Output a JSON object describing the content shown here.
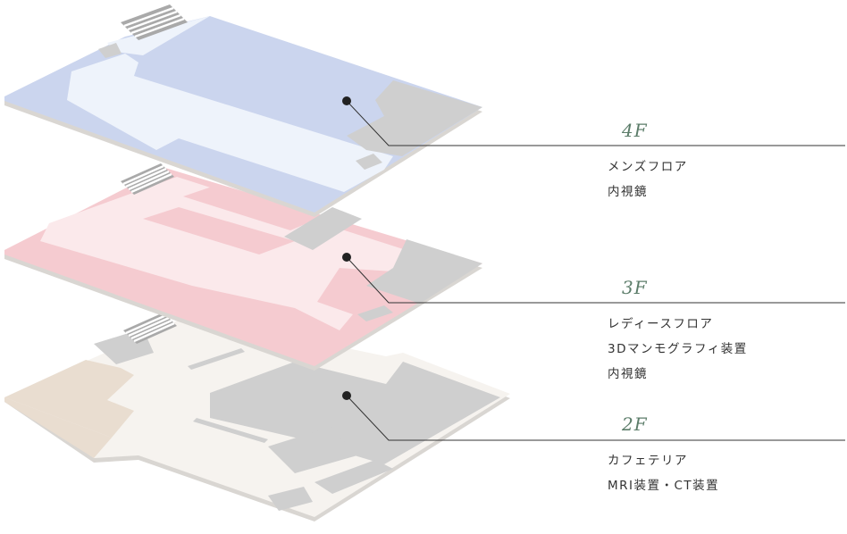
{
  "floors": [
    {
      "id": "4f",
      "name": "4F",
      "items": [
        "メンズフロア",
        "内視鏡"
      ],
      "color": "#cbd5ee"
    },
    {
      "id": "3f",
      "name": "3F",
      "items": [
        "レディースフロア",
        "3Dマンモグラフィ装置",
        "内視鏡"
      ],
      "color": "#f5cbd0"
    },
    {
      "id": "2f",
      "name": "2F",
      "items": [
        "カフェテリア",
        "MRI装置・CT装置"
      ],
      "color": "#e9ddd0"
    }
  ],
  "colors": {
    "label": "#5c7d6a",
    "leader": "#333333",
    "service": "#cfcfcf",
    "corridor_4f": "#eef3fb",
    "corridor_3f": "#fbe9eb",
    "floor_2f": "#f6f3ef"
  }
}
